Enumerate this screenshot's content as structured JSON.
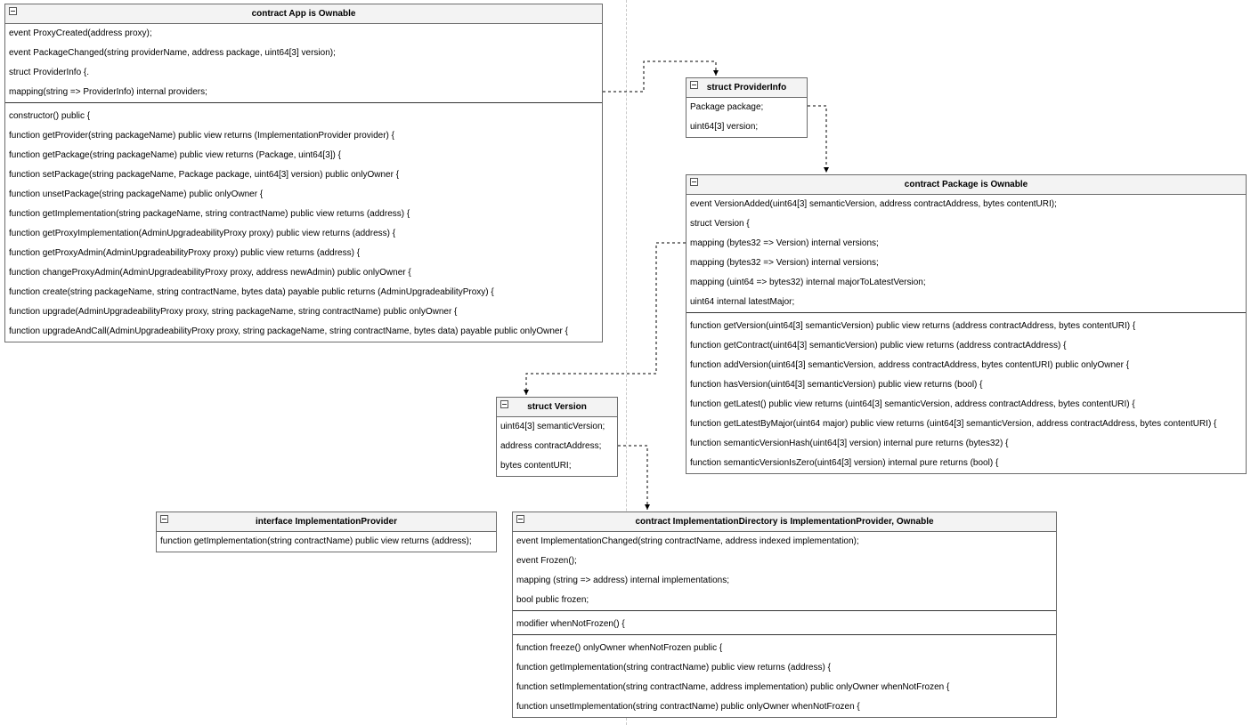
{
  "diagram": {
    "classes": [
      {
        "id": "app",
        "title": "contract App is Ownable",
        "sections": [
          [
            "event ProxyCreated(address proxy);",
            "event PackageChanged(string providerName, address package, uint64[3] version);",
            "struct ProviderInfo {.",
            "mapping(string => ProviderInfo) internal providers;"
          ],
          [
            "constructor() public {",
            "function getProvider(string packageName) public view returns (ImplementationProvider provider) {",
            "function getPackage(string packageName) public view returns (Package, uint64[3]) {",
            "function setPackage(string packageName, Package package, uint64[3] version) public onlyOwner {",
            "function unsetPackage(string packageName) public onlyOwner {",
            "function getImplementation(string packageName, string contractName) public view returns (address) {",
            "function getProxyImplementation(AdminUpgradeabilityProxy proxy) public view returns (address) {",
            "function getProxyAdmin(AdminUpgradeabilityProxy proxy) public view returns (address) {",
            "function changeProxyAdmin(AdminUpgradeabilityProxy proxy, address newAdmin) public onlyOwner {",
            "function create(string packageName, string contractName, bytes data) payable public returns (AdminUpgradeabilityProxy) {",
            "function upgrade(AdminUpgradeabilityProxy proxy, string packageName, string contractName) public onlyOwner {",
            "function upgradeAndCall(AdminUpgradeabilityProxy proxy, string packageName, string contractName, bytes data) payable public onlyOwner {"
          ]
        ]
      },
      {
        "id": "providerinfo",
        "title": "struct ProviderInfo",
        "sections": [
          [
            "Package package;",
            "uint64[3] version;"
          ]
        ]
      },
      {
        "id": "package",
        "title": "contract Package is Ownable",
        "sections": [
          [
            "event VersionAdded(uint64[3] semanticVersion, address contractAddress, bytes contentURI);",
            "struct Version {",
            "mapping (bytes32 => Version) internal versions;",
            "mapping (bytes32 => Version) internal versions;",
            "mapping (uint64 => bytes32) internal majorToLatestVersion;",
            "uint64 internal latestMajor;"
          ],
          [
            "function getVersion(uint64[3] semanticVersion) public view returns (address contractAddress, bytes contentURI) {",
            "function getContract(uint64[3] semanticVersion) public view returns (address contractAddress) {",
            "function addVersion(uint64[3] semanticVersion, address contractAddress, bytes contentURI) public onlyOwner {",
            "function hasVersion(uint64[3] semanticVersion) public view returns (bool) {",
            "function getLatest() public view returns (uint64[3] semanticVersion, address contractAddress, bytes contentURI) {",
            "function getLatestByMajor(uint64 major) public view returns (uint64[3] semanticVersion, address contractAddress, bytes contentURI) {",
            "function semanticVersionHash(uint64[3] version) internal pure returns (bytes32) {",
            "function semanticVersionIsZero(uint64[3] version) internal pure returns (bool) {"
          ]
        ]
      },
      {
        "id": "version",
        "title": "struct Version",
        "sections": [
          [
            "uint64[3] semanticVersion;",
            "address contractAddress;",
            "bytes contentURI;"
          ]
        ]
      },
      {
        "id": "implprovider",
        "title": "interface ImplementationProvider",
        "sections": [
          [
            "function getImplementation(string contractName) public view returns (address);"
          ]
        ]
      },
      {
        "id": "impldir",
        "title": "contract ImplementationDirectory is ImplementationProvider, Ownable",
        "sections": [
          [
            "event ImplementationChanged(string contractName, address indexed implementation);",
            "event Frozen();",
            "mapping (string => address) internal implementations;",
            "bool public frozen;"
          ],
          [
            "modifier whenNotFrozen() {"
          ],
          [
            "function freeze() onlyOwner whenNotFrozen public {",
            "function getImplementation(string contractName) public view returns (address) {",
            "function setImplementation(string contractName, address implementation) public onlyOwner whenNotFrozen {",
            "function unsetImplementation(string contractName) public onlyOwner whenNotFrozen {"
          ]
        ]
      }
    ],
    "connectors": [
      {
        "from": "app",
        "to": "providerinfo"
      },
      {
        "from": "providerinfo",
        "to": "package"
      },
      {
        "from": "package",
        "to": "version"
      },
      {
        "from": "version",
        "to": "impldir"
      }
    ],
    "colors": {
      "border": "#6b6b6b",
      "header_bg": "#f3f3f3",
      "connector": "#000000",
      "guide": "#c8c8c8"
    }
  }
}
